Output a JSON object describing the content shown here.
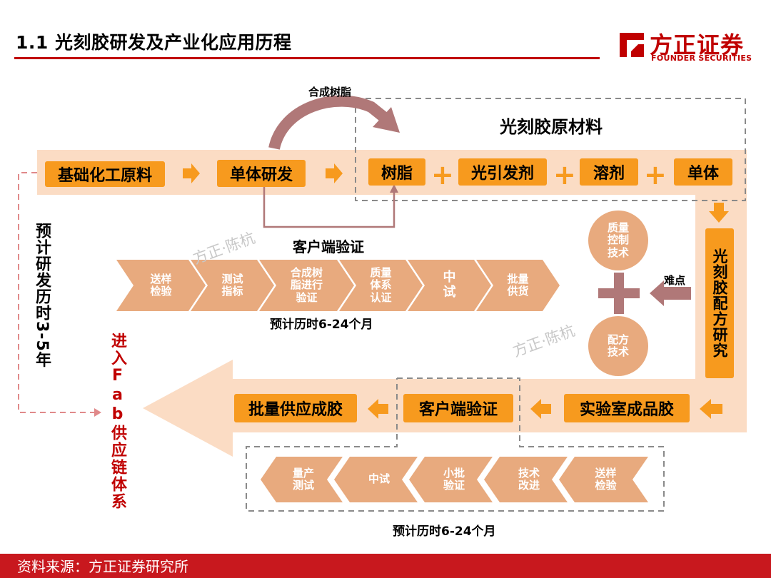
{
  "header": {
    "title": "1.1 光刻胶研发及产业化应用历程"
  },
  "logo": {
    "cn": "方正证券",
    "en": "FOUNDER SECURITIES"
  },
  "top": {
    "resin_synthesis": "合成树脂",
    "raw_materials_title": "光刻胶原材料",
    "boxes": [
      "基础化工原料",
      "单体研发",
      "树脂",
      "光引发剂",
      "溶剂",
      "单体"
    ],
    "customer_validation": "客户端验证"
  },
  "upper_chevrons": [
    "送样\n检验",
    "测试\n指标",
    "合成树\n脂进行\n验证",
    "质量\n体系\n认证",
    "中\n试",
    "批量\n供货"
  ],
  "duration1": "预计历时6-24个月",
  "right": {
    "formula_research": "光刻胶配方研究",
    "quality_control": "质量\n控制\n技术",
    "formula_tech": "配方\n技术",
    "difficulty": "难点"
  },
  "left": {
    "rd_duration": "预计研发历时3-5年",
    "fab": "进入Fab供应链体系"
  },
  "bottom": {
    "boxes": [
      "批量供应成胶",
      "客户端验证",
      "实验室成品胶"
    ]
  },
  "lower_chevrons": [
    "量产\n测试",
    "中试",
    "小批\n验证",
    "技术\n改进",
    "送样\n检验"
  ],
  "duration2": "预计历时6-24个月",
  "watermark": "方正·陈杭",
  "footer": {
    "source": "资料来源：方正证券研究所"
  },
  "colors": {
    "accent": "#c00000",
    "orange": "#f79a1e",
    "band": "#fbdcc4",
    "chevron": "#e8aa7e",
    "mauve": "#b07878"
  }
}
